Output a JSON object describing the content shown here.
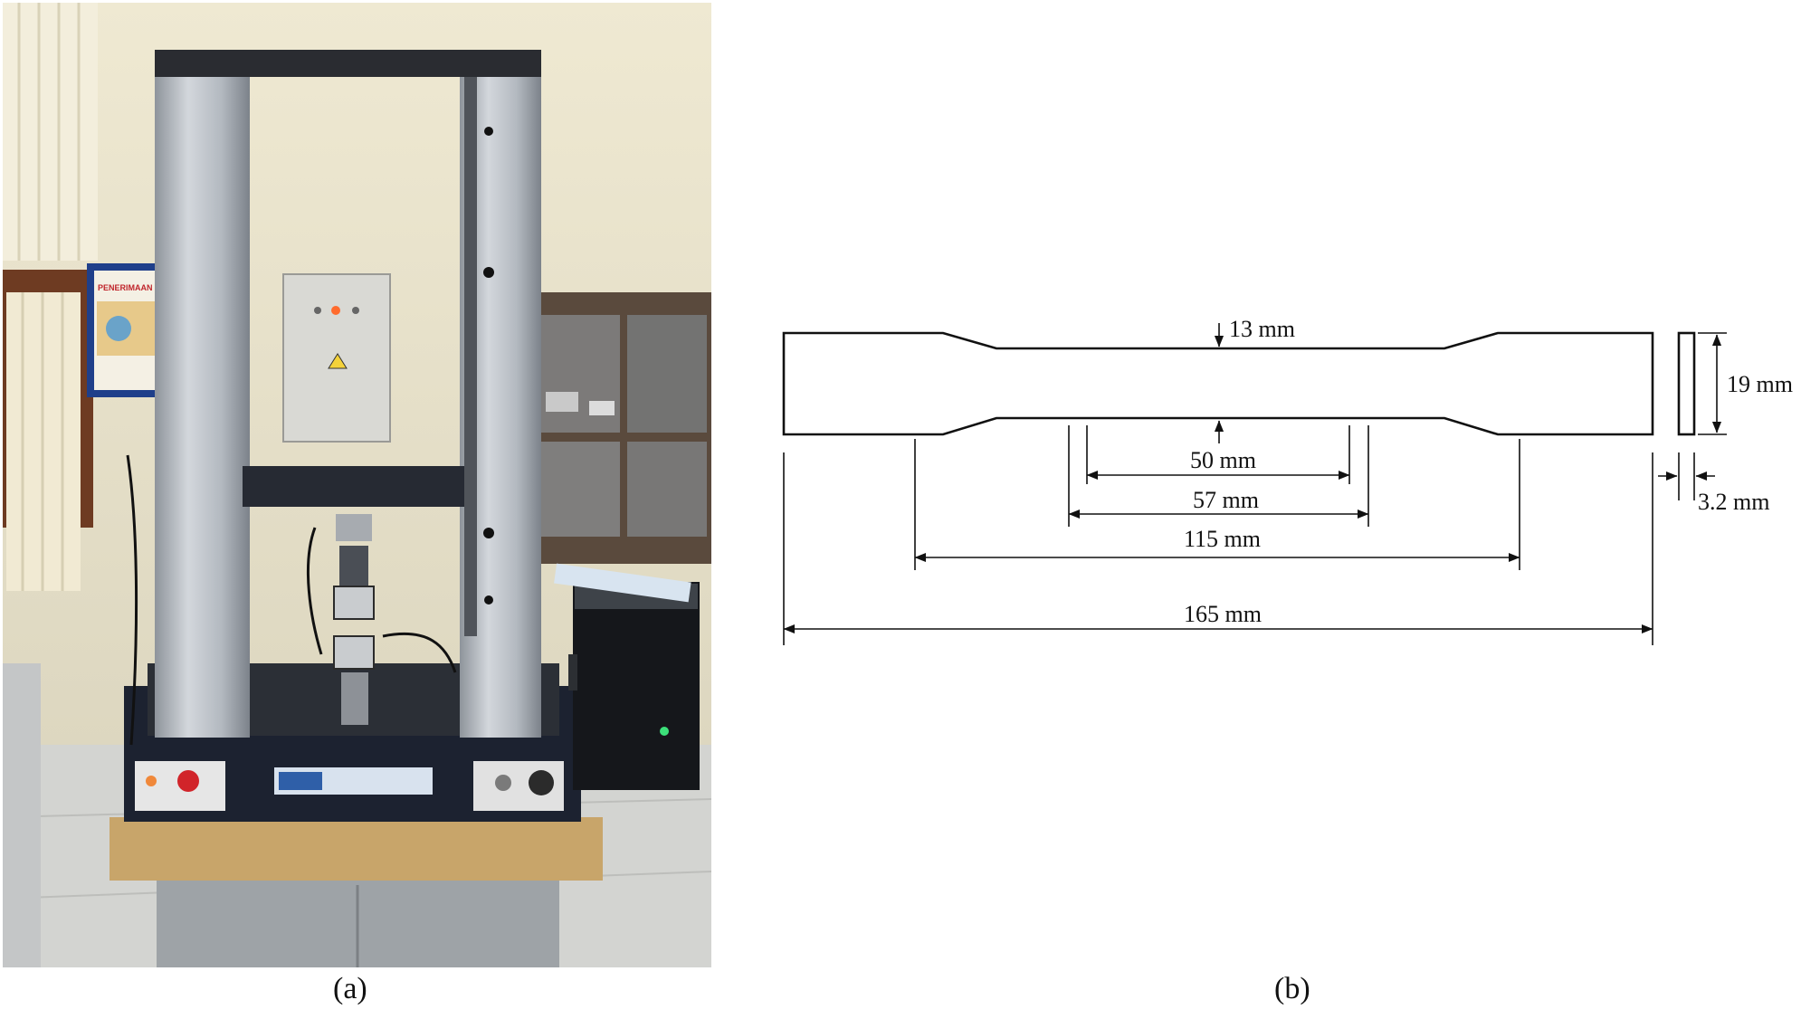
{
  "captions": {
    "a": "(a)",
    "b": "(b)"
  },
  "dimensions": {
    "width_narrow": "13 mm",
    "width_grip": "19 mm",
    "gauge_length": "50 mm",
    "narrow_length": "57 mm",
    "grip_distance": "115 mm",
    "overall_length": "165 mm",
    "thickness": "3.2 mm"
  },
  "photo": {
    "sign_text": "PENERIMAAN",
    "colors": {
      "wall": "#e8e3cf",
      "column": "#b9bfc6",
      "frame": "#2a2c31",
      "base": "#1c2230",
      "cabinet": "#b79a62",
      "floor": "#d7d8d6"
    }
  }
}
